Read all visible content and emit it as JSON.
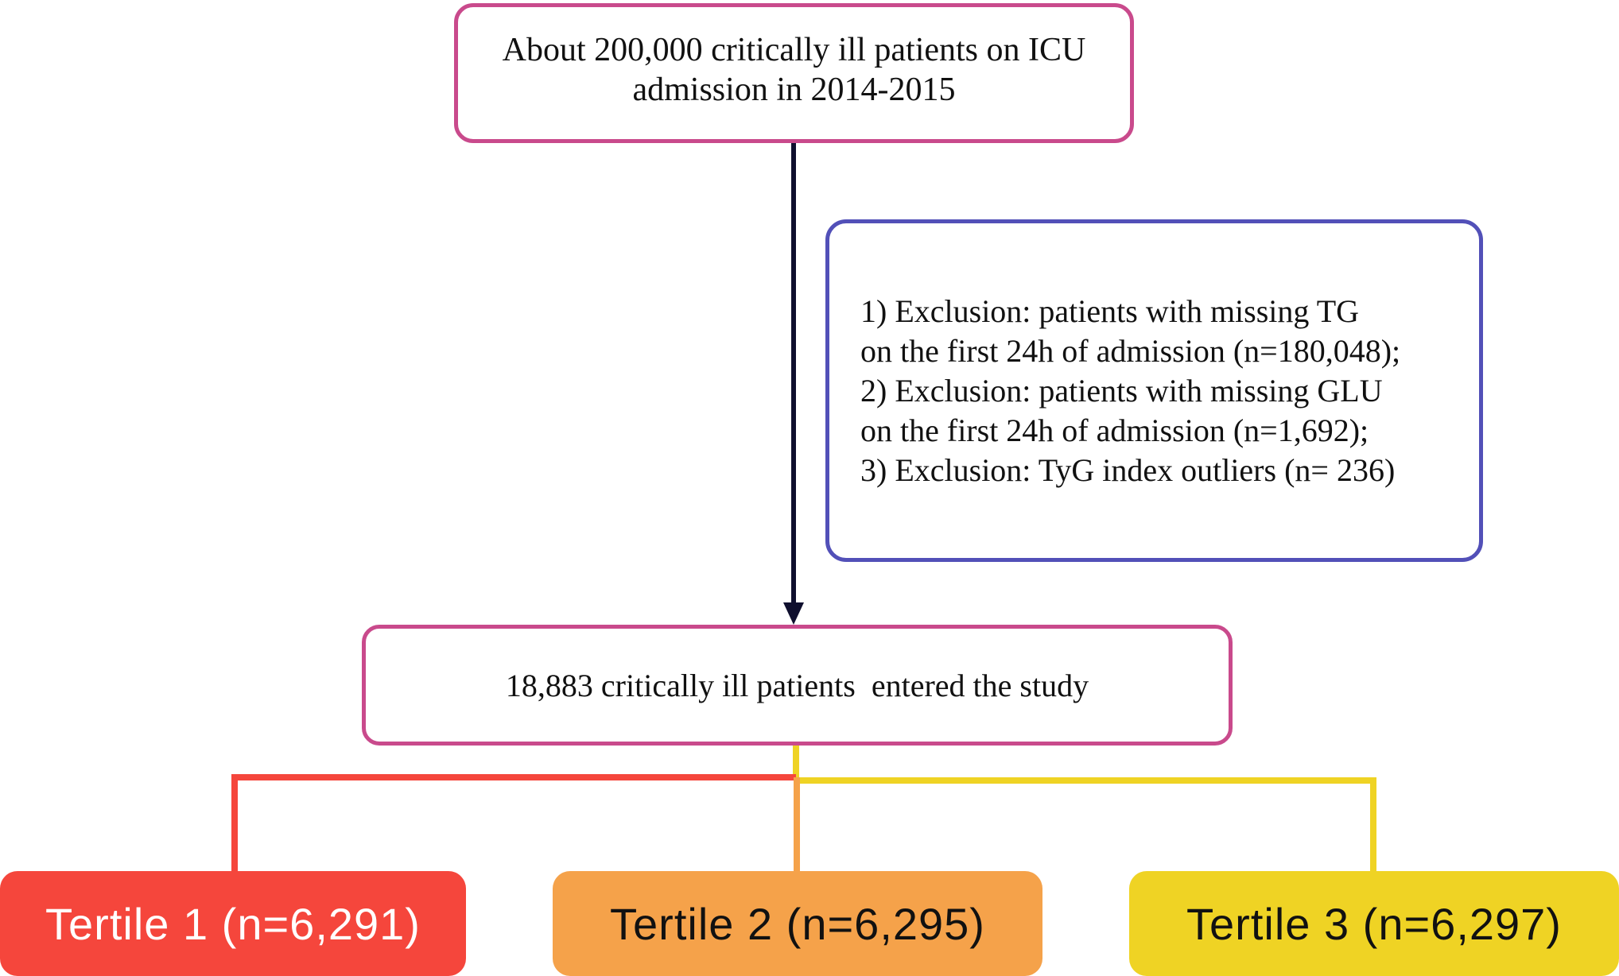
{
  "nodes": {
    "source": {
      "lines": [
        "About 200,000 critically ill patients on ICU",
        "admission in 2014-2015"
      ]
    },
    "exclusion": {
      "lines": [
        "1) Exclusion: patients with missing TG",
        "on the first 24h of admission (n=180,048);",
        "2) Exclusion: patients with missing GLU",
        "on the first 24h of admission (n=1,692);",
        "3) Exclusion: TyG index outliers (n= 236)"
      ]
    },
    "study": {
      "text": "18,883 critically ill patients  entered the study"
    },
    "tertiles": [
      {
        "label": "Tertile 1 (n=6,291)",
        "color": "#f5463c"
      },
      {
        "label": "Tertile 2 (n=6,295)",
        "color": "#f5a24a"
      },
      {
        "label": "Tertile 3 (n=6,297)",
        "color": "#efd324"
      }
    ]
  },
  "colors": {
    "main_box_border": "#c94a8c",
    "exclusion_box_border": "#5250b8",
    "arrow": "#0f0f2e",
    "connector_center": "#efd324",
    "connector_left": "#f5463c",
    "connector_middle": "#f5a24a",
    "connector_right": "#efd324"
  }
}
